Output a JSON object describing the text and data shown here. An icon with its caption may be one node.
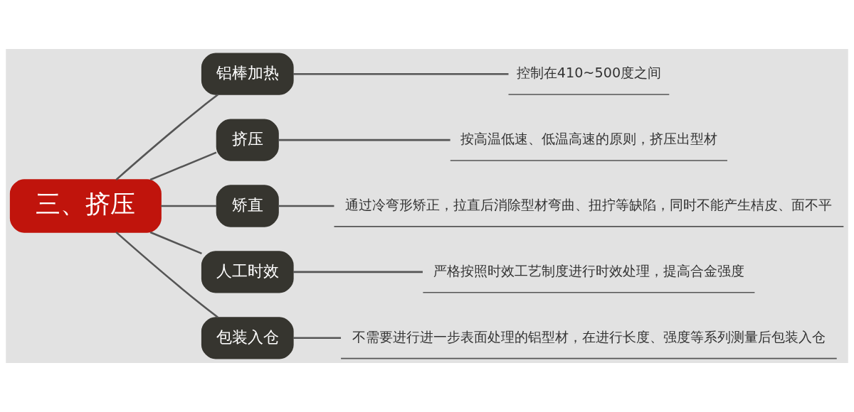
{
  "diagram": {
    "nodes": [
      {
        "text": [
          "三、挤压"
        ]
      },
      {
        "text": [
          "铝棒加热"
        ]
      },
      {
        "text": [
          "挤压"
        ]
      },
      {
        "text": [
          "矫直"
        ]
      },
      {
        "text": [
          "人工时效"
        ]
      },
      {
        "text": [
          "包装入仓"
        ]
      },
      {
        "text": [
          "控制在410~500度之间"
        ]
      },
      {
        "text": [
          "按高温低速、低温高速的原则，挤压出型材"
        ]
      },
      {
        "text": [
          "通过冷弯形矫正，拉直后消除型材弯曲、扭拧等缺陷，同时不能产生桔皮、面不平"
        ]
      },
      {
        "text": [
          "严格按照时效工艺制度进行时效处理，提高合金强度"
        ]
      },
      {
        "text": [
          "不需要进行进一步表面处理的铝型材，在进行长度、强度等系列测量后包装入仓"
        ]
      }
    ],
    "edges": [
      {
        "from": 0,
        "to": 1,
        "arrow": "none"
      },
      {
        "from": 0,
        "to": 2,
        "arrow": "none"
      },
      {
        "from": 0,
        "to": 3,
        "arrow": "none"
      },
      {
        "from": 0,
        "to": 4,
        "arrow": "none"
      },
      {
        "from": 0,
        "to": 5,
        "arrow": "none"
      },
      {
        "from": 1,
        "to": 6,
        "arrow": "none"
      },
      {
        "from": 2,
        "to": 7,
        "arrow": "none"
      },
      {
        "from": 3,
        "to": 8,
        "arrow": "none"
      },
      {
        "from": 4,
        "to": 9,
        "arrow": "none"
      },
      {
        "from": 5,
        "to": 10,
        "arrow": "none"
      }
    ]
  }
}
